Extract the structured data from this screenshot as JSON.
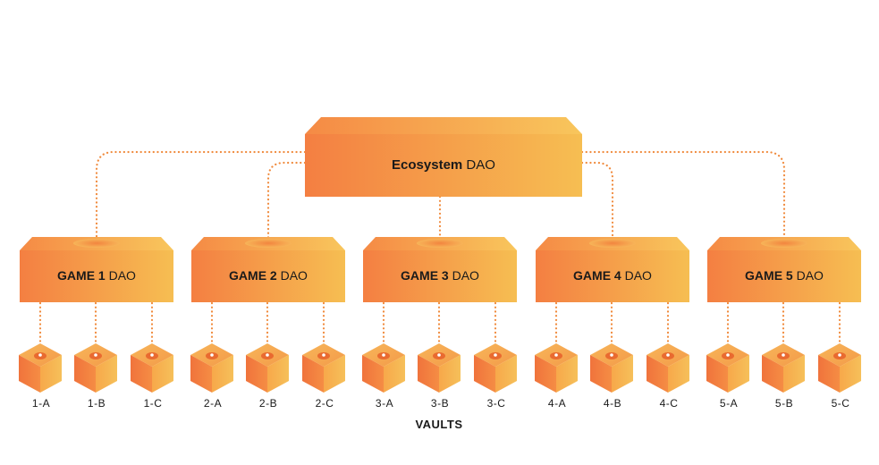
{
  "ecosystem": {
    "name_bold": "Ecosystem",
    "name_rest": " DAO"
  },
  "games": [
    {
      "name_bold": "GAME 1",
      "name_rest": " DAO",
      "vaults": [
        "1-A",
        "1-B",
        "1-C"
      ]
    },
    {
      "name_bold": "GAME 2",
      "name_rest": " DAO",
      "vaults": [
        "2-A",
        "2-B",
        "2-C"
      ]
    },
    {
      "name_bold": "GAME 3",
      "name_rest": " DAO",
      "vaults": [
        "3-A",
        "3-B",
        "3-C"
      ]
    },
    {
      "name_bold": "GAME 4",
      "name_rest": " DAO",
      "vaults": [
        "4-A",
        "4-B",
        "4-C"
      ]
    },
    {
      "name_bold": "GAME 5",
      "name_rest": " DAO",
      "vaults": [
        "5-A",
        "5-B",
        "5-C"
      ]
    }
  ],
  "vaults_title": "VAULTS",
  "colors": {
    "orange_left": "#f47f42",
    "orange_right": "#f6be52",
    "connector": "#f08a3c"
  }
}
